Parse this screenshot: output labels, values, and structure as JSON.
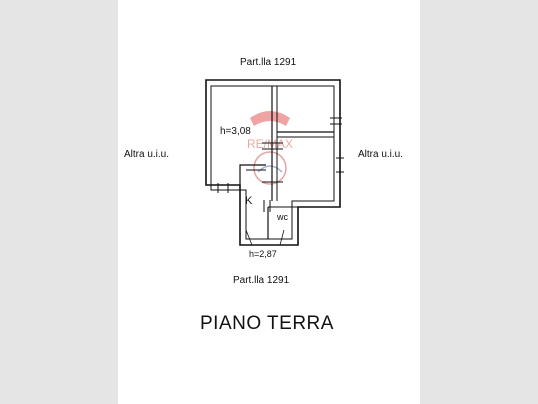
{
  "plan": {
    "top_label": "Part.lla 1291",
    "bottom_label": "Part.lla 1291",
    "left_label": "Altra u.i.u.",
    "right_label": "Altra u.i.u.",
    "height_main": "h=3,08",
    "height_kitchen": "h=2,87",
    "kitchen_label": "K",
    "wc_label": "wc",
    "floor_title": "PIANO TERRA",
    "watermark": "RE/MAX"
  }
}
